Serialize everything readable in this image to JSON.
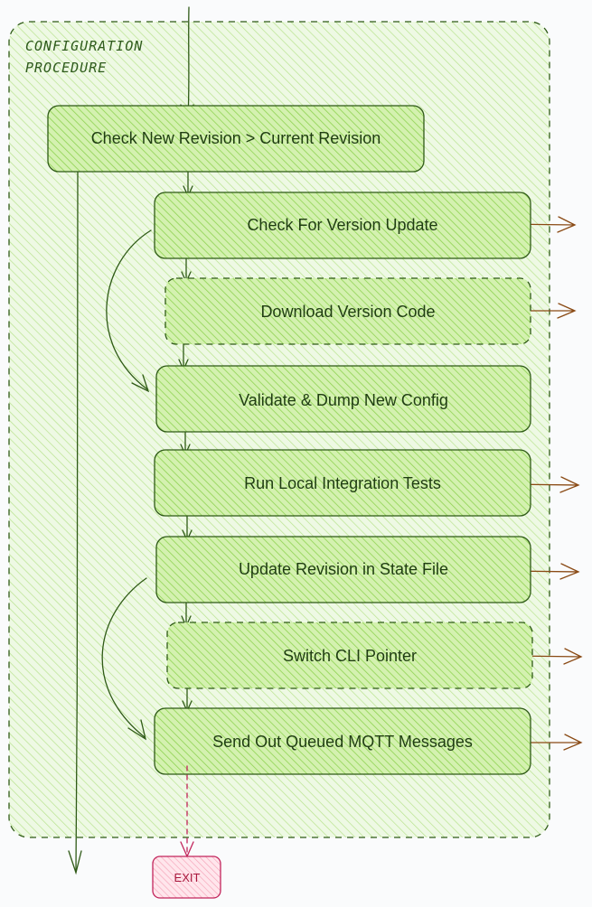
{
  "group": {
    "label_line1": "CONFIGURATION",
    "label_line2": "PROCEDURE"
  },
  "nodes": {
    "check_revision": "Check New Revision > Current Revision",
    "check_version_update": "Check For Version Update",
    "download_version_code": "Download Version Code",
    "validate_dump": "Validate & Dump New Config",
    "run_tests": "Run Local Integration Tests",
    "update_revision": "Update Revision in State File",
    "switch_cli": "Switch CLI Pointer",
    "send_mqtt": "Send Out Queued MQTT Messages"
  },
  "exit": {
    "label": "EXIT"
  },
  "colors": {
    "group_fill": "#e6f7d8",
    "node_fill": "#c8ec9e",
    "stroke": "#2f5a17",
    "side_arrow": "#8a4a14",
    "exit_stroke": "#c2255c",
    "exit_fill": "#ffdde6"
  }
}
